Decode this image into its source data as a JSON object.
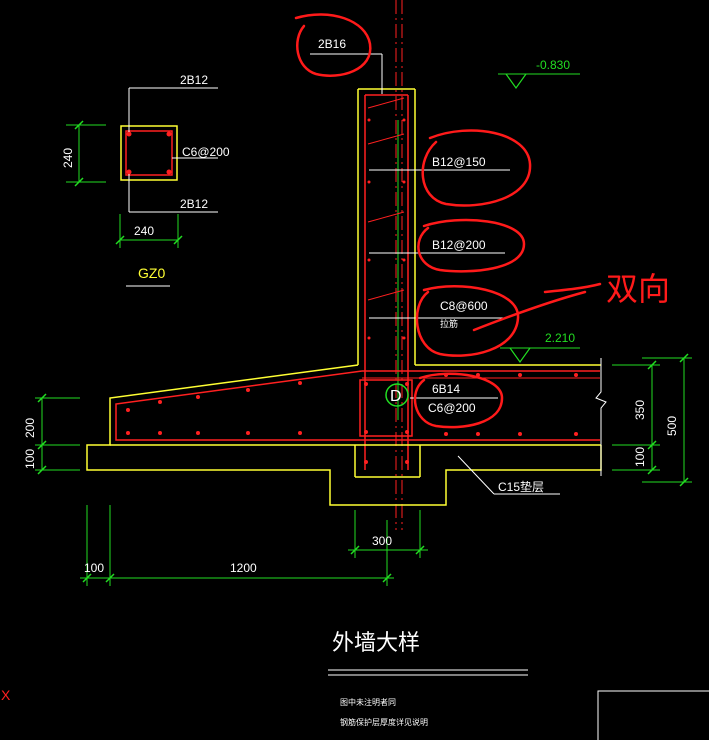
{
  "column": {
    "top_bar": "2B12",
    "stirrup": "C6@200",
    "bottom_bar": "2B12",
    "dim_h": "240",
    "dim_w": "240",
    "name": "GZ0"
  },
  "wall": {
    "top_bar": "2B16",
    "elev_top": "-0.830",
    "bar_1": "B12@150",
    "bar_2": "B12@200",
    "bar_3": "C8@600",
    "bar_3_note": "拉筋",
    "elev_mid": "2.210",
    "axis": "D",
    "base_bar": "6B14",
    "base_stirrup": "C6@200",
    "cushion": "C15垫层"
  },
  "dims": {
    "left_200": "200",
    "left_100": "100",
    "width_300": "300",
    "span_100": "100",
    "span_1200": "1200",
    "right_350": "350",
    "right_100": "100",
    "right_500": "500"
  },
  "title": "外墙大样",
  "notes": [
    "图中未注明者同",
    "钢筋保护层厚度详见说明"
  ],
  "annotation": "双向",
  "mark": "X"
}
